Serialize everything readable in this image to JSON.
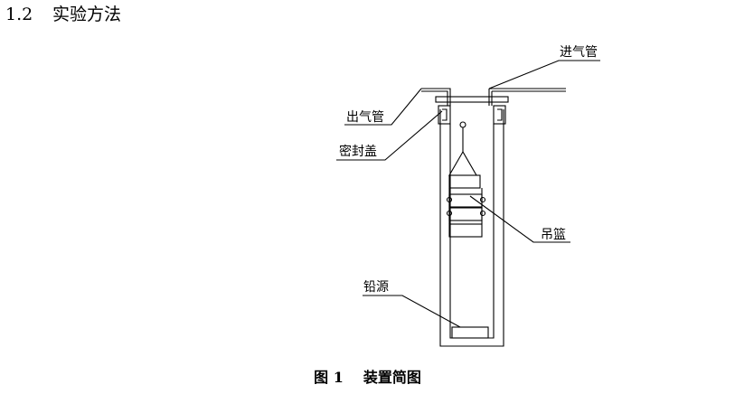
{
  "section": {
    "number": "1.2",
    "title": "实验方法"
  },
  "figure": {
    "labels": {
      "inlet_pipe": "进气管",
      "outlet_pipe": "出气管",
      "seal_cover": "密封盖",
      "basket": "吊篮",
      "lead_source": "铅源"
    },
    "caption": {
      "label": "图 1",
      "title": "装置简图"
    }
  }
}
